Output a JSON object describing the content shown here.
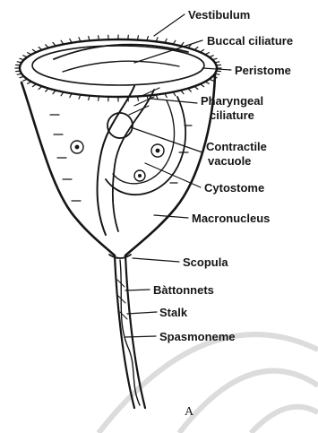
{
  "labels": {
    "vestibulum": "Vestibulum",
    "buccal_ciliature": "Buccal ciliature",
    "peristome": "Peristome",
    "pharyngeal_line1": "Pharyngeal",
    "pharyngeal_line2": "ciliature",
    "contractile_line1": "Contractile",
    "contractile_line2": "vacuole",
    "cytostome": "Cytostome",
    "macronucleus": "Macronucleus",
    "scopula": "Scopula",
    "battonnets": "Bàttonnets",
    "stalk": "Stalk",
    "spasmoneme": "Spasmoneme",
    "figure_letter": "A"
  },
  "colors": {
    "ink": "#151515",
    "background": "#ffffff",
    "watermark": "#dcdcdc"
  }
}
